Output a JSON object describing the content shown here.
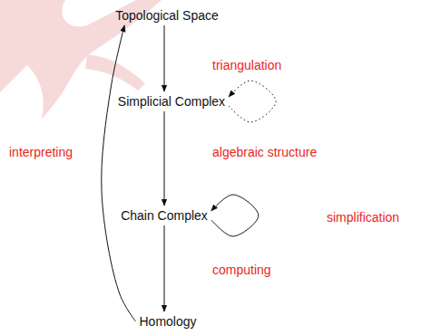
{
  "diagram": {
    "nodes": [
      {
        "text": [
          "Topological Space"
        ]
      },
      {
        "text": [
          "Simplicial Complex"
        ]
      },
      {
        "text": [
          "Chain Complex"
        ]
      },
      {
        "text": [
          "Homology"
        ]
      }
    ],
    "edges": [
      {
        "from": 0,
        "to": 1,
        "arrow": "to",
        "label": "triangulation"
      },
      {
        "from": 1,
        "to": 2,
        "arrow": "to",
        "label": "algebraic structure"
      },
      {
        "from": 2,
        "to": 3,
        "arrow": "to",
        "label": "computing"
      },
      {
        "from": 3,
        "to": 0,
        "arrow": "to",
        "label": "interpreting"
      },
      {
        "from": 1,
        "to": 1,
        "arrow": "to"
      },
      {
        "from": 2,
        "to": 2,
        "arrow": "to",
        "label": "simplification"
      }
    ]
  }
}
